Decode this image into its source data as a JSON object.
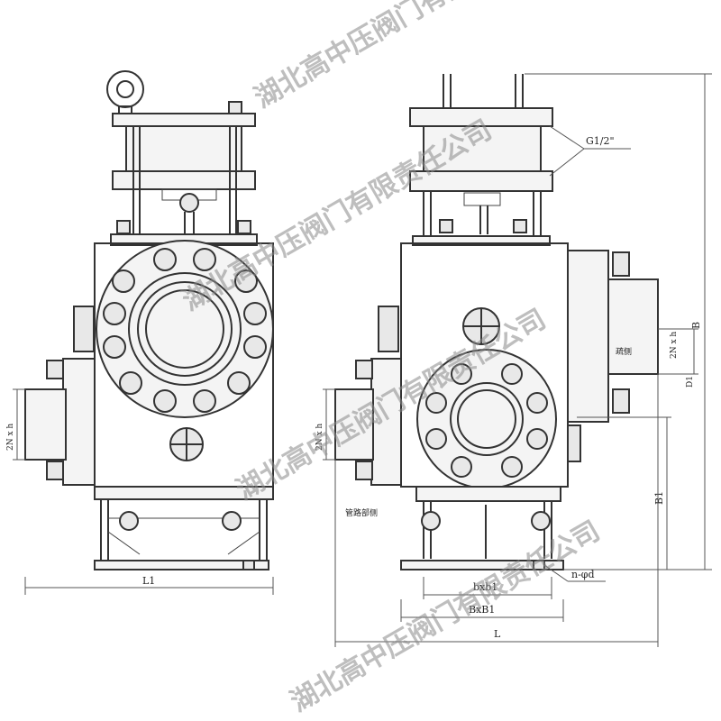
{
  "labels": {
    "thread": "G1/2\"",
    "B": "B",
    "B1": "B1",
    "L": "L",
    "L1": "L1",
    "nxd": "n-φd",
    "bxb1": "bxb1",
    "BxB1": "BxB1",
    "Nxh": "2N x h",
    "Nxh_left": "2N x h",
    "Nxh_mid": "2N x h",
    "D1": "D1",
    "side_note": "疏侧",
    "pipe_side": "管路部侧"
  },
  "watermark": {
    "text": "湖北高中压阀门有限责任公司"
  }
}
